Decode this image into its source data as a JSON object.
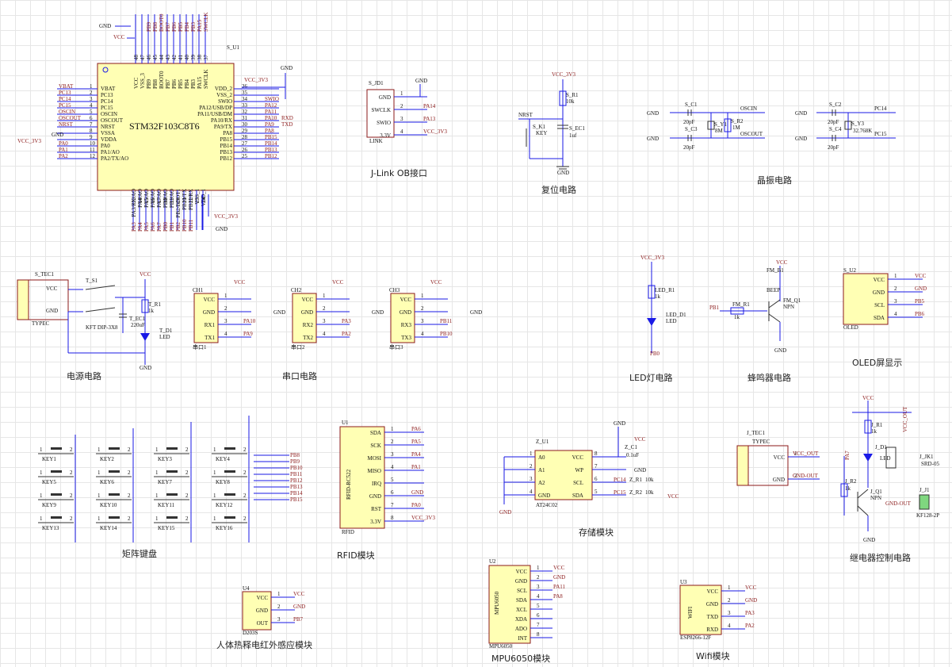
{
  "mcu": {
    "name": "STM32F103C8T6",
    "ref": "S_U1",
    "top_pins": [
      "VCC",
      "VSS_3",
      "PB9",
      "PB8",
      "BOOT0",
      "PB7",
      "PB6",
      "PB5",
      "PB4",
      "PB3",
      "PA15",
      "SWCLK"
    ],
    "top_nums": [
      "48",
      "47",
      "46",
      "45",
      "44",
      "43",
      "42",
      "41",
      "40",
      "39",
      "38",
      "37"
    ],
    "top_nets": [
      "PB9",
      "PB8",
      "BOOT0",
      "PB7",
      "PB6",
      "PB5",
      "PB4",
      "PB3",
      "PA15",
      "SWCLK"
    ],
    "left_pins": [
      "VBAT",
      "PC13",
      "PC14",
      "PC15",
      "OSCIN",
      "OSCOUT",
      "NRST",
      "VSSA",
      "VDDA",
      "PA0",
      "PA1/AO",
      "PA2/TX/AO"
    ],
    "left_nets": [
      "VBAT",
      "PC13",
      "PC14",
      "PC15",
      "OSCIN",
      "OSCOUT",
      "NRST",
      "",
      "",
      "PA0",
      "PA1",
      "PA2"
    ],
    "right_pins": [
      "VDD_2",
      "VSS_2",
      "SWIO",
      "PA12/USB/DP",
      "PA11/USB/DM",
      "PA10/RX",
      "PA9/TX",
      "PA8",
      "PB15",
      "PB14",
      "PB13",
      "PB12"
    ],
    "right_nums": [
      "36",
      "35",
      "34",
      "33",
      "32",
      "31",
      "30",
      "29",
      "28",
      "27",
      "26",
      "25"
    ],
    "right_nets": [
      "",
      "",
      "SWIO",
      "PA12",
      "PA11",
      "PA10",
      "PA9",
      "PA8",
      "PB15",
      "PB14",
      "PB13",
      "PB12"
    ],
    "bottom_pins": [
      "PA3/RX/AO",
      "PA4/AO",
      "PA5/AO",
      "PA6/AO",
      "PA7/AO",
      "PB0/AO",
      "PB1/AO",
      "PB2/BOOT1",
      "PB10/TX",
      "PB11/RX",
      "VSS_1",
      "VDD_1"
    ],
    "bottom_nets": [
      "PA3",
      "PA4",
      "PA5",
      "PA6",
      "PA7",
      "PB0",
      "PB1",
      "PB2",
      "PB10",
      "PB11"
    ],
    "gnd": "GND",
    "vcc": "VCC",
    "vcc33": "VCC_3V3",
    "rxd": "RXD",
    "txd": "TXD"
  },
  "jlink": {
    "ref": "S_JD1",
    "pins": [
      "GND",
      "SWCLK",
      "SWIO",
      "3.3V"
    ],
    "nets": [
      "",
      "PA14",
      "PA13",
      "VCC_3V3"
    ],
    "name": "LINK",
    "caption": "J-Link OB接口"
  },
  "reset": {
    "caption": "复位电路",
    "vcc": "VCC_3V3",
    "r": "S_R1",
    "rv": "10k",
    "nrst": "NRST",
    "key": "S_K1",
    "keyv": "KEY",
    "c": "S_EC1",
    "cv": "1uf",
    "gnd": "GND"
  },
  "crystal": {
    "caption": "晶振电路",
    "c1": "S_C1",
    "c3": "S_C3",
    "cv": "20pF",
    "y1": "S_Y1",
    "y1v": "8M",
    "r2": "S_R2",
    "r2v": "1M",
    "oscin": "OSCIN",
    "oscout": "OSCOUT",
    "c2": "S_C2",
    "c4": "S_C4",
    "y3": "S_Y3",
    "y3v": "32.768K",
    "pc14": "PC14",
    "pc15": "PC15",
    "gnd": "GND"
  },
  "power": {
    "caption": "电源电路",
    "tec": "S_TEC1",
    "typec": "TYPEC",
    "sw": "T_S1",
    "swv": "KFT DIP-3X8",
    "c": "T_EC1",
    "cv": "220uF",
    "r": "T_R1",
    "rv": "1k",
    "d": "T_D1",
    "dv": "LED",
    "vcc": "VCC",
    "gnd": "GND"
  },
  "serial": {
    "caption": "串口电路",
    "ports": [
      {
        "ref": "CH1",
        "name": "串口1",
        "pins": [
          "VCC",
          "GND",
          "RX1",
          "TX1"
        ],
        "nets": [
          "",
          "",
          "PA10",
          "PA9"
        ]
      },
      {
        "ref": "CH2",
        "name": "串口2",
        "pins": [
          "VCC",
          "GND",
          "RX2",
          "TX2"
        ],
        "nets": [
          "",
          "",
          "PA3",
          "PA2"
        ]
      },
      {
        "ref": "CH3",
        "name": "串口3",
        "pins": [
          "VCC",
          "GND",
          "RX3",
          "TX3"
        ],
        "nets": [
          "",
          "",
          "PB11",
          "PB10"
        ]
      }
    ],
    "vcc": "VCC",
    "gnd": "GND"
  },
  "led": {
    "caption": "LED灯电路",
    "vcc": "VCC_3V3",
    "r": "LED_R1",
    "rv": "1k",
    "d": "LED_D1",
    "dv": "LED",
    "net": "PB0"
  },
  "buzzer": {
    "caption": "蜂鸣器电路",
    "vcc": "VCC",
    "b": "FM_B1",
    "bv": "BEEP",
    "pb": "PB1",
    "r": "FM_R1",
    "rv": "1k",
    "q": "FM_Q1",
    "qv": "NPN",
    "gnd": "GND"
  },
  "oled": {
    "caption": "OLED屏显示",
    "ref": "S_U2",
    "name": "OLED",
    "pins": [
      "VCC",
      "GND",
      "SCL",
      "SDA"
    ],
    "nets": [
      "VCC",
      "GND",
      "PB5",
      "PB6"
    ]
  },
  "keypad": {
    "caption": "矩阵键盘",
    "keys": [
      "KEY1",
      "KEY2",
      "KEY3",
      "KEY4",
      "KEY5",
      "KEY6",
      "KEY7",
      "KEY8",
      "KEY9",
      "KEY10",
      "KEY11",
      "KEY12",
      "KEY13",
      "KEY14",
      "KEY15",
      "KEY16"
    ],
    "nets": [
      "PB8",
      "PB9",
      "PB10",
      "PB11",
      "PB12",
      "PB13",
      "PB14",
      "PB15"
    ]
  },
  "rfid": {
    "caption": "RFID模块",
    "ref": "U1",
    "name": "RFID-RC522",
    "foot": "RFID",
    "pins": [
      "SDA",
      "SCK",
      "MOSI",
      "MISO",
      "IRQ",
      "GND",
      "RST",
      "3.3V"
    ],
    "nets": [
      "PA6",
      "PA5",
      "PA4",
      "PA1",
      "",
      "GND",
      "PA0",
      "VCC_3V3"
    ]
  },
  "eeprom": {
    "caption": "存储模块",
    "ref": "Z_U1",
    "name": "AT24C02",
    "lpins": [
      "A0",
      "A1",
      "A2",
      "GND"
    ],
    "rpins": [
      "VCC",
      "WP",
      "SCL",
      "SDA"
    ],
    "rnums": [
      "8",
      "7",
      "6",
      "5"
    ],
    "c": "Z_C1",
    "cv": "0.1uF",
    "r1": "Z_R1",
    "r2": "Z_R2",
    "rv": "10k",
    "pc14": "PC14",
    "pc15": "PC15",
    "gnd": "GND",
    "vcc": "VCC"
  },
  "tec2": {
    "ref": "J_TEC1",
    "name": "TYPEC",
    "pins": [
      "VCC",
      "GND"
    ],
    "nets": [
      "VCC_OUT",
      "GND-OUT"
    ]
  },
  "relay": {
    "caption": "继电器控制电路",
    "vcc": "VCC",
    "vccout": "VCC_OUT",
    "r1": "J_R1",
    "rv": "1k",
    "d": "J_D1",
    "dv": "LED",
    "k": "J_JK1",
    "kv": "SRD-05",
    "r2": "J_R2",
    "q": "J_Q1",
    "qv": "NPN",
    "pa": "PA7",
    "gndout": "GND-OUT",
    "j": "J_J1",
    "jv": "KF128-2P",
    "gnd": "GND"
  },
  "pir": {
    "caption": "人体热释电红外感应模块",
    "ref": "U4",
    "name": "D203S",
    "pins": [
      "VCC",
      "GND",
      "OUT"
    ],
    "nets": [
      "VCC",
      "GND",
      "PB7"
    ]
  },
  "mpu": {
    "caption": "MPU6050模块",
    "ref": "U2",
    "name": "MPU6050",
    "pins": [
      "VCC",
      "GND",
      "SCL",
      "SDA",
      "XCL",
      "XDA",
      "ADO",
      "INT"
    ],
    "nets": [
      "VCC",
      "GND",
      "PA11",
      "PA8",
      "",
      "",
      "",
      ""
    ]
  },
  "wifi": {
    "caption": "Wifi模块",
    "ref": "U3",
    "name": "WIFI",
    "foot": "ESP8266-12F",
    "pins": [
      "VCC",
      "GND",
      "TXD",
      "RXD"
    ],
    "nets": [
      "VCC",
      "GND",
      "PA3",
      "PA2"
    ]
  }
}
